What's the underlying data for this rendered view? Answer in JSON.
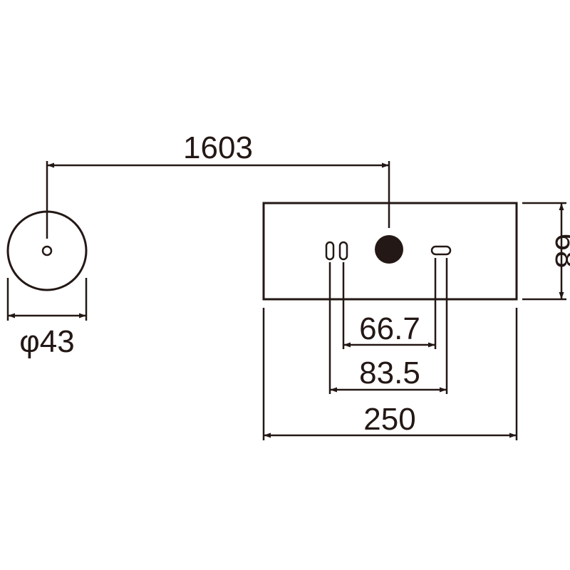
{
  "colors": {
    "line": "#231815",
    "background": "#ffffff"
  },
  "dimensions": {
    "cord_length": "1603",
    "diameter": "φ43",
    "height": "68",
    "hole_spacing_inner": "66.7",
    "hole_spacing_outer": "83.5",
    "width": "250"
  }
}
